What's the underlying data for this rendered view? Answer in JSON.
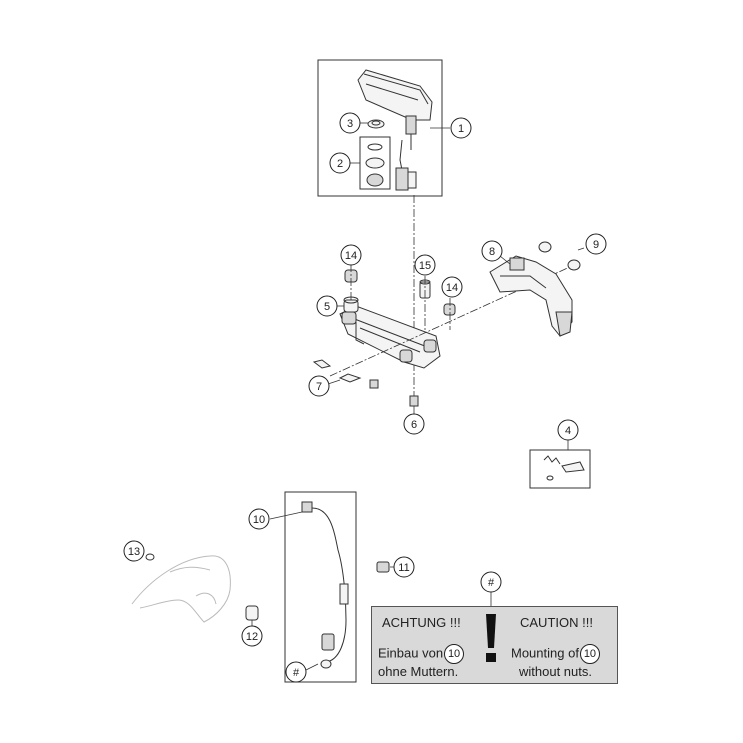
{
  "callouts": {
    "c1": "1",
    "c2": "2",
    "c3": "3",
    "c4": "4",
    "c5": "5",
    "c6": "6",
    "c7": "7",
    "c8": "8",
    "c9": "9",
    "c10": "10",
    "c11": "11",
    "c12": "12",
    "c13": "13",
    "c14a": "14",
    "c14b": "14",
    "c15": "15",
    "hash_cable": "#",
    "hash_notice": "#"
  },
  "notice": {
    "de_title": "ACHTUNG !!!",
    "en_title": "CAUTION !!!",
    "de_line1": "Einbau von",
    "de_line2": "ohne Muttern.",
    "en_line1": "Mounting of",
    "en_line2": "without nuts.",
    "de_ref": "10",
    "en_ref": "10"
  }
}
